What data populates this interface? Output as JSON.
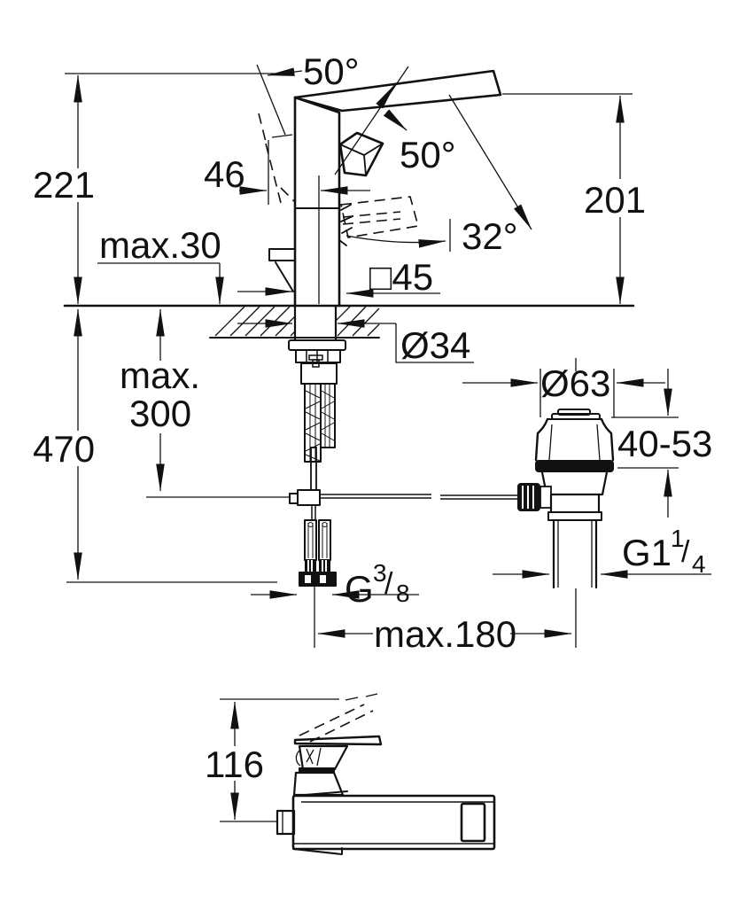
{
  "drawing": {
    "kind": "faucet-installation-dimension-drawing",
    "colors": {
      "line": "#111111",
      "background": "#ffffff"
    },
    "dims": {
      "angle_top": "50°",
      "angle_open": "50°",
      "angle_spray": "32°",
      "total_height": "221",
      "spout_height": "201",
      "handle_offset": "46",
      "max_deck": "max.30",
      "body_square": "□45",
      "hole_dia": "Ø34",
      "hose_max_line1": "max.",
      "hose_max_line2": "300",
      "overall_height": "470",
      "waste_dia": "Ø63",
      "clamp_range": "40-53",
      "rod_reach": "max.180",
      "spout_depth": "116",
      "hose_thread": {
        "full": "G 3/8",
        "g": "G",
        "num": "3",
        "slash": "/",
        "den": "8"
      },
      "waste_thread": {
        "full": "G1 1/4",
        "g": "G1",
        "num": "1",
        "slash": "/",
        "den": "4"
      }
    }
  }
}
